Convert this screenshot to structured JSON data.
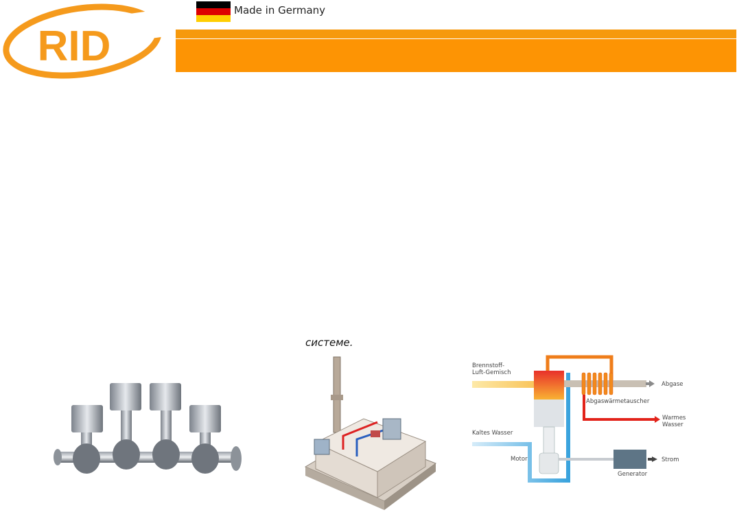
{
  "brand": {
    "logo_text": "RID",
    "made_in": "Made in Germany",
    "colors": {
      "orange": "#fd9404",
      "logo_orange": "#f59a1c"
    }
  },
  "flag": {
    "colors": [
      "#000000",
      "#dd0000",
      "#ffce00"
    ]
  },
  "caption": "системе.",
  "images": {
    "crankshaft": "crankshaft-pistons-image",
    "plant": "chp-plant-isometric-image",
    "diagram": "chp-flow-diagram"
  },
  "diagram": {
    "fuel_label_1": "Brennstoff-",
    "fuel_label_2": "Luft-Gemisch",
    "exhaust": "Abgase",
    "heat_exchanger": "Abgaswärmetauscher",
    "warm_water_1": "Warmes",
    "warm_water_2": "Wasser",
    "cold_water": "Kaltes Wasser",
    "motor": "Motor",
    "power": "Strom",
    "generator": "Generator"
  }
}
